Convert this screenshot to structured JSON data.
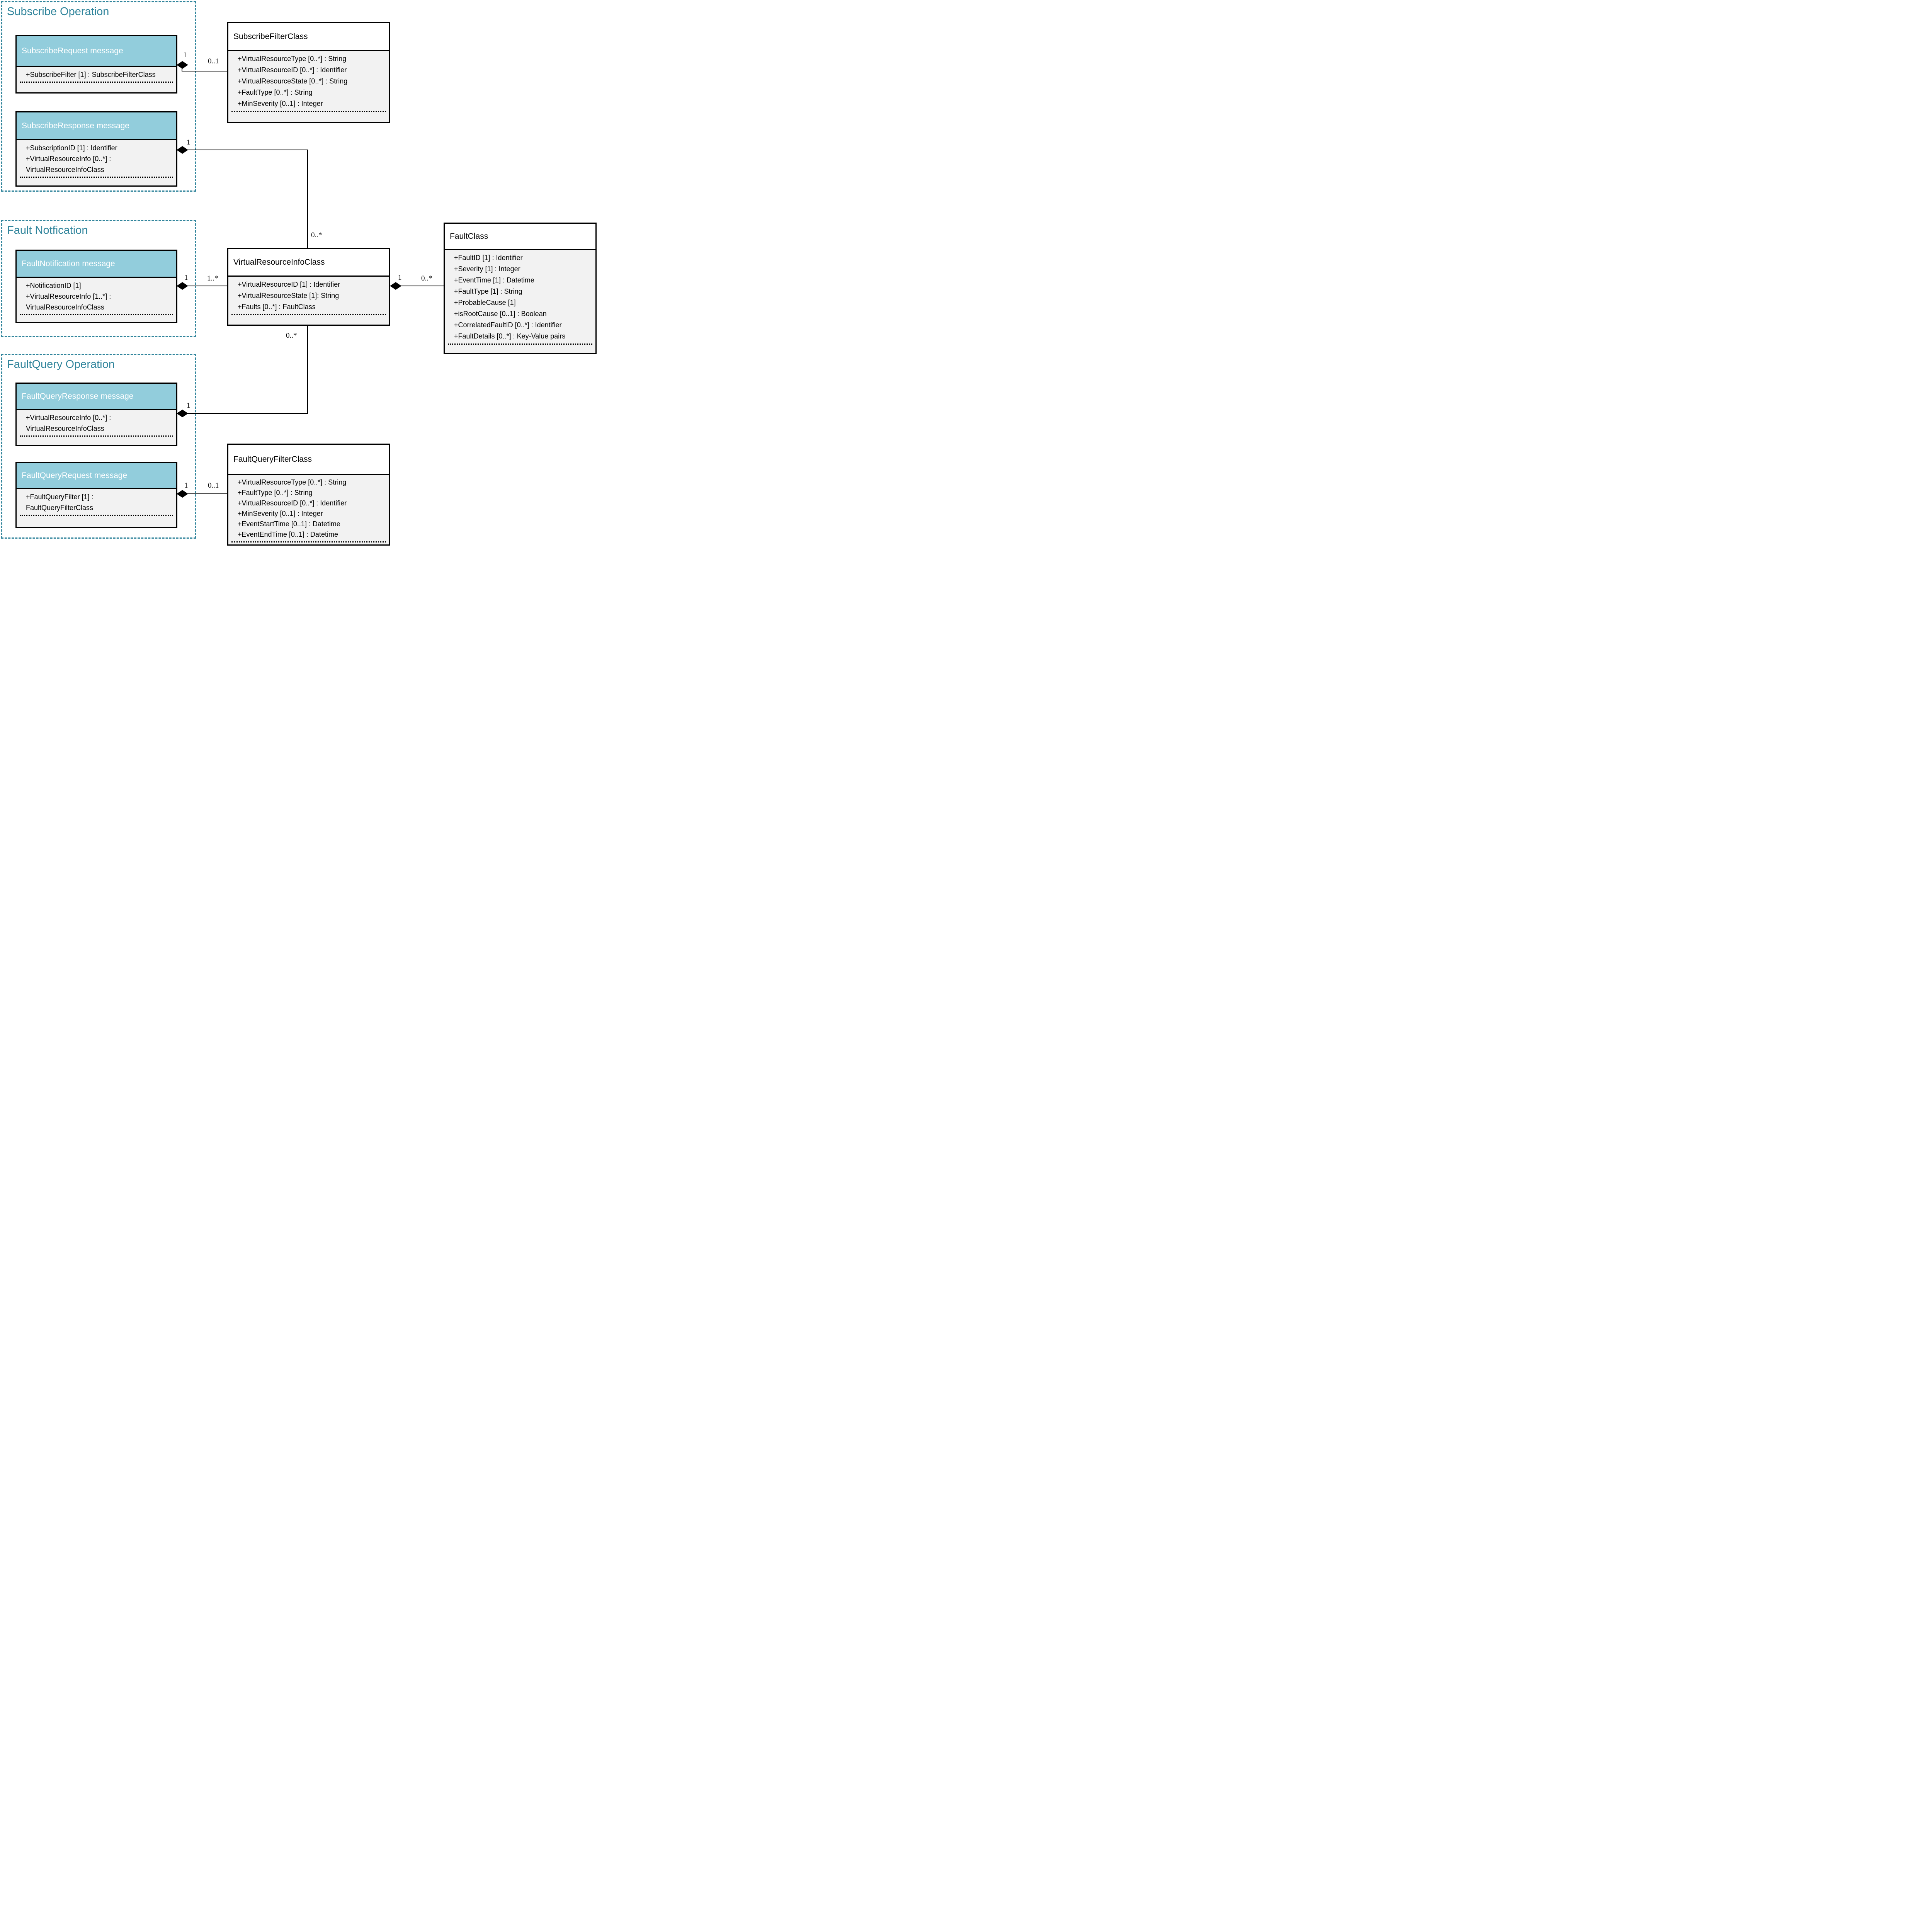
{
  "colors": {
    "accent_teal": "#31859c",
    "message_header_fill": "#92cddc",
    "compartment_fill": "#f2f2f2",
    "line": "#000000"
  },
  "sections": [
    {
      "title": "Subscribe Operation"
    },
    {
      "title": "Fault Notfication"
    },
    {
      "title": "FaultQuery Operation"
    }
  ],
  "messages": [
    {
      "title": "SubscribeRequest message",
      "attributes": [
        "+SubscribeFilter [1] : SubscribeFilterClass"
      ]
    },
    {
      "title": "SubscribeResponse message",
      "attributes": [
        "+SubscriptionID [1] : Identifier",
        "+VirtualResourceInfo [0..*] :",
        "VirtualResourceInfoClass"
      ]
    },
    {
      "title": "FaultNotification message",
      "attributes": [
        "+NotificationID [1]",
        "+VirtualResourceInfo [1..*] :",
        "VirtualResourceInfoClass"
      ]
    },
    {
      "title": "FaultQueryResponse message",
      "attributes": [
        "+VirtualResourceInfo [0..*] :",
        "VirtualResourceInfoClass"
      ]
    },
    {
      "title": "FaultQueryRequest message",
      "attributes": [
        "+FaultQueryFilter [1] :",
        "FaultQueryFilterClass"
      ]
    }
  ],
  "classes": [
    {
      "title": "SubscribeFilterClass",
      "attributes": [
        "+VirtualResourceType [0..*] : String",
        "+VirtualResourceID [0..*] : Identifier",
        "+VirtualResourceState [0..*] : String",
        "+FaultType [0..*] : String",
        "+MinSeverity [0..1] : Integer"
      ]
    },
    {
      "title": "VirtualResourceInfoClass",
      "attributes": [
        "+VirtualResourceID [1] : Identifier",
        "+VirtualResourceState [1]: String",
        "+Faults [0..*] : FaultClass"
      ]
    },
    {
      "title": "FaultClass",
      "attributes": [
        "+FaultID [1] : Identifier",
        "+Severity [1] : Integer",
        "+EventTime [1] : Datetime",
        "+FaultType [1] : String",
        "+ProbableCause [1]",
        "+isRootCause [0..1] : Boolean",
        "+CorrelatedFaultID [0..*] : Identifier",
        "+FaultDetails [0..*] : Key-Value pairs"
      ]
    },
    {
      "title": "FaultQueryFilterClass",
      "attributes": [
        "+VirtualResourceType [0..*] : String",
        "+FaultType [0..*] : String",
        "+VirtualResourceID [0..*] : Identifier",
        "+MinSeverity [0..1] : Integer",
        "+EventStartTime [0..1] : Datetime",
        "+EventEndTime [0..1] : Datetime"
      ]
    }
  ],
  "connections": [
    {
      "from": "SubscribeRequest message",
      "to": "SubscribeFilterClass",
      "type": "composition",
      "from_label": "1",
      "to_label": "0..1"
    },
    {
      "from": "SubscribeResponse message",
      "to": "VirtualResourceInfoClass",
      "type": "composition",
      "from_label": "1",
      "to_label": "0..*"
    },
    {
      "from": "FaultNotification message",
      "to": "VirtualResourceInfoClass",
      "type": "composition",
      "from_label": "1",
      "to_label": "1..*"
    },
    {
      "from": "VirtualResourceInfoClass",
      "to": "FaultClass",
      "type": "composition",
      "from_label": "1",
      "to_label": "0..*"
    },
    {
      "from": "FaultQueryResponse message",
      "to": "VirtualResourceInfoClass",
      "type": "composition",
      "from_label": "1",
      "to_label": "0..*"
    },
    {
      "from": "FaultQueryRequest message",
      "to": "FaultQueryFilterClass",
      "type": "composition",
      "from_label": "1",
      "to_label": "0..1"
    }
  ]
}
